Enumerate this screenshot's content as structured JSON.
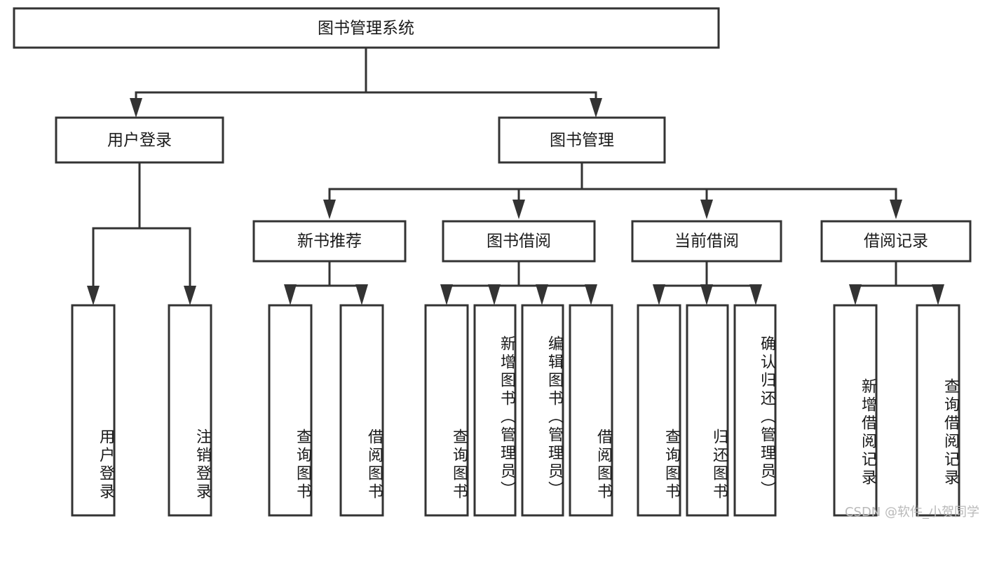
{
  "diagram": {
    "type": "tree",
    "title": "图书管理系统",
    "orientation": "top-down",
    "colors": {
      "box_stroke": "#333333",
      "box_fill": "#ffffff",
      "text": "#1a1a1a",
      "watermark": "#b9b9b9",
      "background": "#ffffff"
    },
    "root": {
      "label": "图书管理系统"
    },
    "level1": [
      {
        "label": "用户登录"
      },
      {
        "label": "图书管理"
      }
    ],
    "level2": [
      {
        "label": "新书推荐"
      },
      {
        "label": "图书借阅"
      },
      {
        "label": "当前借阅"
      },
      {
        "label": "借阅记录"
      }
    ],
    "leaves": {
      "user_login": [
        {
          "label": "用户登录"
        },
        {
          "label": "注销登录"
        }
      ],
      "new_book": [
        {
          "label": "查询图书"
        },
        {
          "label": "借阅图书"
        }
      ],
      "borrow": [
        {
          "label": "查询图书"
        },
        {
          "label": "新增图书（管理员）"
        },
        {
          "label": "编辑图书（管理员）"
        },
        {
          "label": "借阅图书"
        }
      ],
      "current": [
        {
          "label": "查询图书"
        },
        {
          "label": "归还图书"
        },
        {
          "label": "确认归还（管理员）"
        }
      ],
      "records": [
        {
          "label": "新增借阅记录"
        },
        {
          "label": "查询借阅记录"
        }
      ]
    }
  },
  "watermark": {
    "text": "CSDN @软件_小贺同学"
  }
}
